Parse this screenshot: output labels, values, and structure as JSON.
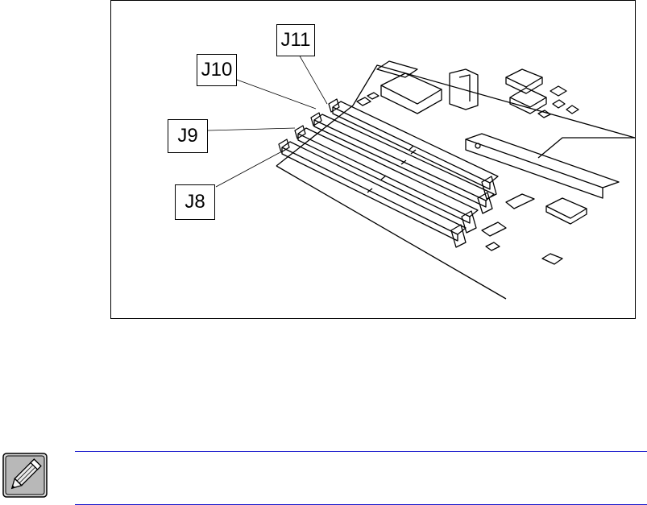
{
  "figure": {
    "connector_labels": {
      "j11": "J11",
      "j10": "J10",
      "j9": "J9",
      "j8": "J8"
    }
  },
  "note": {
    "icon": "pencil-note-icon",
    "rule_color": "#1a1acc"
  }
}
